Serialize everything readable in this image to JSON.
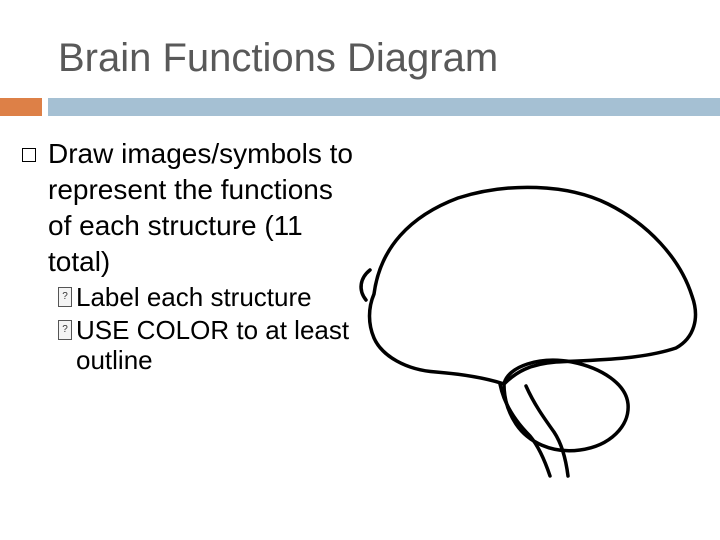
{
  "slide": {
    "title": "Brain Functions Diagram"
  },
  "accent_colors": {
    "orange": "#dd8047",
    "blue": "#a5c0d3",
    "title_gray": "#595959"
  },
  "bullet": {
    "icon": "square-bullet-icon",
    "text": "Draw images/symbols to represent the functions of each structure (11 total)"
  },
  "sub_bullets": [
    {
      "icon": "missing-glyph-icon",
      "text": "Label each structure"
    },
    {
      "icon": "missing-glyph-icon",
      "text": "USE COLOR to at least outline"
    }
  ],
  "figure": {
    "icon": "brain-outline-icon"
  }
}
